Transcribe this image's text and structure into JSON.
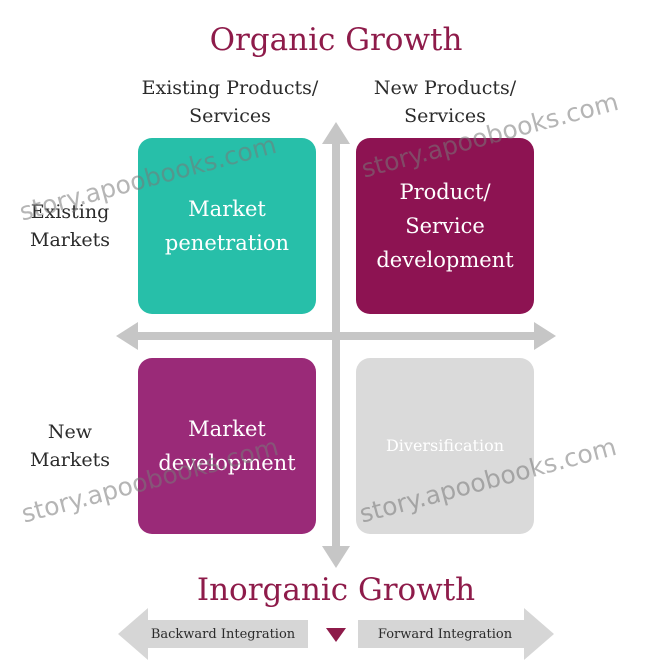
{
  "title_top": "Organic Growth",
  "title_bottom": "Inorganic Growth",
  "columns": [
    {
      "line1": "Existing Products/",
      "line2": "Services"
    },
    {
      "line1": "New Products/",
      "line2": "Services"
    }
  ],
  "rows": [
    {
      "line1": "Existing",
      "line2": "Markets"
    },
    {
      "line1": "New",
      "line2": "Markets"
    }
  ],
  "cells": [
    {
      "lines": [
        "Market",
        "penetration"
      ],
      "color": "#27bfa9"
    },
    {
      "lines": [
        "Product/",
        "Service",
        "development"
      ],
      "color": "#8d1352"
    },
    {
      "lines": [
        "Market",
        "development"
      ],
      "color": "#9a2a78"
    },
    {
      "lines": [
        "Diversification"
      ],
      "color": "#dadada"
    }
  ],
  "integration": {
    "left": "Backward Integration",
    "right": "Forward Integration"
  },
  "watermark": "story.apoobooks.com",
  "colors": {
    "title": "#8e1b4a",
    "axis": "#c6c6c6",
    "marker": "#8e1b4a"
  }
}
